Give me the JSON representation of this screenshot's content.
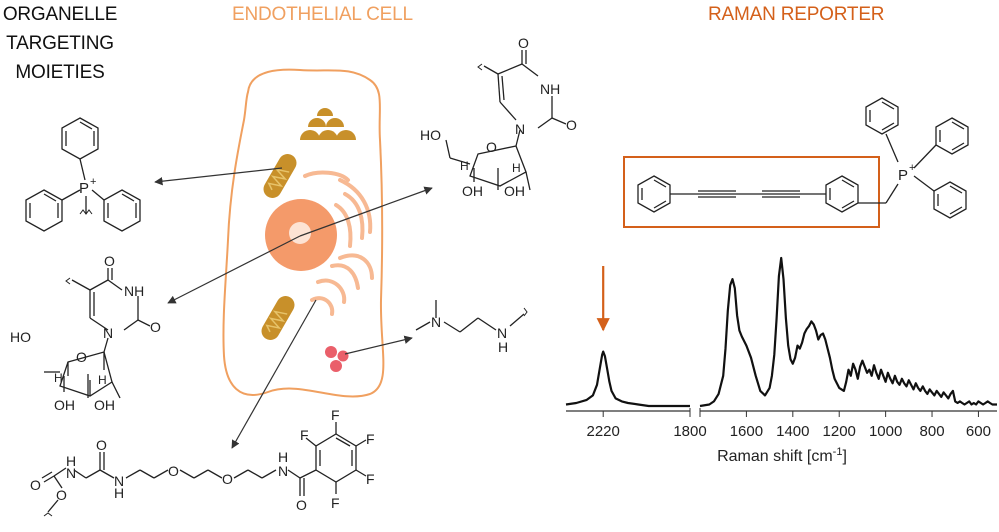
{
  "headers": {
    "left_lines": [
      "ORGANELLE",
      "TARGETING",
      "MOIETIES"
    ],
    "middle": "ENDOTHELIAL CELL",
    "right": "RAMAN REPORTER"
  },
  "chem_labels": {
    "phosphonium": "P",
    "phosphonium_charge": "+",
    "uracil_O": "O",
    "uracil_NH": "NH",
    "uracil_N": "N",
    "sugar_HO": "HO",
    "sugar_O": "O",
    "sugar_OH": "OH",
    "sugar_H": "H",
    "amine_N": "N",
    "amine_NH": "NH",
    "amine_H": "H",
    "linker_H": "H",
    "linker_N": "N",
    "linker_O": "O",
    "fluoro_F": "F"
  },
  "colors": {
    "cell_outline": "#f0a060",
    "nucleus": "#f49a6a",
    "nucleolus": "#fde3d4",
    "golgi": "#f7b993",
    "mito": "#c8902a",
    "ribosome": "#c8902a",
    "vesicles": "#ea5f6a",
    "reporter": "#d4601a",
    "arrow": "#333333"
  },
  "chart_data": {
    "type": "line",
    "xlabel": "Raman shift [cm-1]",
    "xlabel_main": "Raman shift [cm",
    "xlabel_sup": "-1",
    "xlabel_end": "]",
    "panels": [
      {
        "name": "left",
        "xlim": [
          2400,
          1800
        ],
        "ticks": [
          {
            "x": 2220,
            "label": "2220"
          },
          {
            "x": 1800,
            "label": "1800"
          }
        ],
        "marker": {
          "x": 2220,
          "color": "#d4601a"
        },
        "x": [
          2400,
          2350,
          2300,
          2270,
          2250,
          2235,
          2225,
          2220,
          2212,
          2200,
          2190,
          2180,
          2160,
          2130,
          2100,
          2050,
          2000,
          1950,
          1900,
          1850,
          1800
        ],
        "y": [
          0.03,
          0.04,
          0.06,
          0.09,
          0.16,
          0.28,
          0.36,
          0.38,
          0.35,
          0.26,
          0.18,
          0.12,
          0.07,
          0.05,
          0.04,
          0.03,
          0.02,
          0.02,
          0.02,
          0.02,
          0.02
        ]
      },
      {
        "name": "right",
        "xlim": [
          1800,
          520
        ],
        "ticks": [
          {
            "x": 1800,
            "label": "1800"
          },
          {
            "x": 1600,
            "label": "1600"
          },
          {
            "x": 1400,
            "label": "1400"
          },
          {
            "x": 1200,
            "label": "1200"
          },
          {
            "x": 1000,
            "label": "1000"
          },
          {
            "x": 800,
            "label": "800"
          },
          {
            "x": 600,
            "label": "600"
          }
        ],
        "x": [
          1800,
          1760,
          1740,
          1720,
          1700,
          1690,
          1680,
          1670,
          1660,
          1650,
          1640,
          1630,
          1620,
          1600,
          1580,
          1560,
          1540,
          1520,
          1500,
          1490,
          1480,
          1470,
          1460,
          1450,
          1440,
          1430,
          1420,
          1410,
          1400,
          1390,
          1380,
          1370,
          1360,
          1350,
          1340,
          1330,
          1320,
          1310,
          1300,
          1290,
          1280,
          1270,
          1260,
          1250,
          1240,
          1230,
          1220,
          1200,
          1180,
          1170,
          1160,
          1150,
          1140,
          1130,
          1120,
          1110,
          1100,
          1090,
          1080,
          1070,
          1060,
          1050,
          1040,
          1030,
          1020,
          1010,
          1000,
          990,
          980,
          970,
          960,
          950,
          940,
          930,
          920,
          910,
          900,
          890,
          880,
          870,
          860,
          850,
          840,
          830,
          820,
          810,
          800,
          790,
          780,
          770,
          760,
          750,
          740,
          730,
          720,
          710,
          700,
          690,
          680,
          670,
          660,
          650,
          640,
          630,
          620,
          610,
          600,
          590,
          580,
          570,
          560,
          550,
          540,
          530,
          520
        ],
        "y": [
          0.02,
          0.03,
          0.05,
          0.1,
          0.22,
          0.4,
          0.65,
          0.82,
          0.86,
          0.8,
          0.62,
          0.52,
          0.48,
          0.42,
          0.34,
          0.22,
          0.12,
          0.09,
          0.14,
          0.22,
          0.36,
          0.6,
          0.88,
          1.0,
          0.86,
          0.6,
          0.42,
          0.33,
          0.3,
          0.34,
          0.42,
          0.4,
          0.44,
          0.5,
          0.53,
          0.55,
          0.58,
          0.56,
          0.52,
          0.46,
          0.49,
          0.5,
          0.46,
          0.4,
          0.34,
          0.26,
          0.2,
          0.14,
          0.12,
          0.18,
          0.26,
          0.22,
          0.3,
          0.26,
          0.2,
          0.28,
          0.32,
          0.28,
          0.24,
          0.26,
          0.22,
          0.29,
          0.24,
          0.2,
          0.26,
          0.22,
          0.18,
          0.24,
          0.2,
          0.17,
          0.22,
          0.18,
          0.16,
          0.2,
          0.17,
          0.15,
          0.19,
          0.16,
          0.13,
          0.17,
          0.14,
          0.12,
          0.15,
          0.12,
          0.1,
          0.13,
          0.11,
          0.09,
          0.12,
          0.1,
          0.08,
          0.11,
          0.09,
          0.07,
          0.1,
          0.12,
          0.05,
          0.04,
          0.05,
          0.04,
          0.03,
          0.04,
          0.05,
          0.03,
          0.04,
          0.03,
          0.05,
          0.04,
          0.03,
          0.04,
          0.05,
          0.04,
          0.03,
          0.03,
          0.03
        ]
      }
    ]
  }
}
